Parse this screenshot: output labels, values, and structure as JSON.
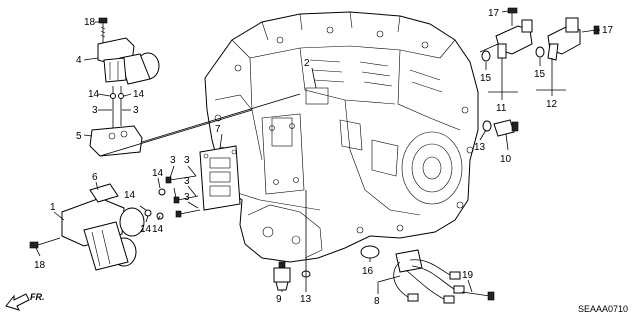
{
  "diagram": {
    "catalog_code": "SEAAA0710",
    "direction_label": "FR.",
    "callouts": {
      "p1": "1",
      "p2": "2",
      "p3": [
        "3",
        "3",
        "3",
        "3",
        "3",
        "3"
      ],
      "p4": "4",
      "p5": "5",
      "p6": "6",
      "p7": "7",
      "p8": "8",
      "p9": "9",
      "p10": "10",
      "p11": "11",
      "p12": "12",
      "p13": [
        "13",
        "13"
      ],
      "p14": [
        "14",
        "14",
        "14",
        "14",
        "14",
        "14"
      ],
      "p15": [
        "15",
        "15"
      ],
      "p16": "16",
      "p17": [
        "17",
        "17"
      ],
      "p18": [
        "18",
        "18"
      ],
      "p19": "19"
    },
    "icons": [
      "transmission-case",
      "shift-solenoid",
      "solenoid-pair",
      "valve-body-plate",
      "speed-sensor",
      "pressure-switch",
      "wire-harness",
      "bolt",
      "washer",
      "fr-arrow"
    ]
  }
}
